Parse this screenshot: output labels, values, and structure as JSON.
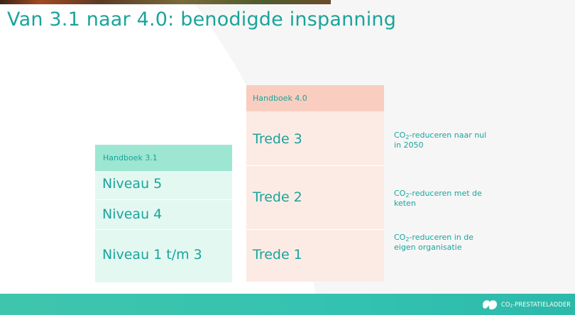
{
  "slide": {
    "title": "Van 3.1 naar 4.0: benodigde inspanning"
  },
  "handboek31": {
    "header": "Handboek 3.1",
    "levels": [
      "Niveau 5",
      "Niveau 4",
      "Niveau 1 t/m 3"
    ]
  },
  "handboek40": {
    "header": "Handboek 4.0",
    "steps": [
      "Trede 3",
      "Trede 2",
      "Trede 1"
    ]
  },
  "descriptions": [
    {
      "prefix": "CO",
      "sub": "2",
      "text": "-reduceren naar nul in 2050"
    },
    {
      "prefix": "CO",
      "sub": "2",
      "text": "-reduceren met de keten"
    },
    {
      "prefix": "CO",
      "sub": "2",
      "text": "-reduceren in de eigen organisatie"
    }
  ],
  "footer": {
    "logo_prefix": "CO",
    "logo_sub": "2",
    "logo_text": "-PRESTATIELADDER",
    "logo_icon": "leaf-logo-icon"
  },
  "colors": {
    "accent": "#1aa49b",
    "header31": "#9ce6d2",
    "body31": "#e3f8f1",
    "header40": "#f9cdbf",
    "body40": "#fcebe4",
    "footer": "#34c2b0"
  }
}
